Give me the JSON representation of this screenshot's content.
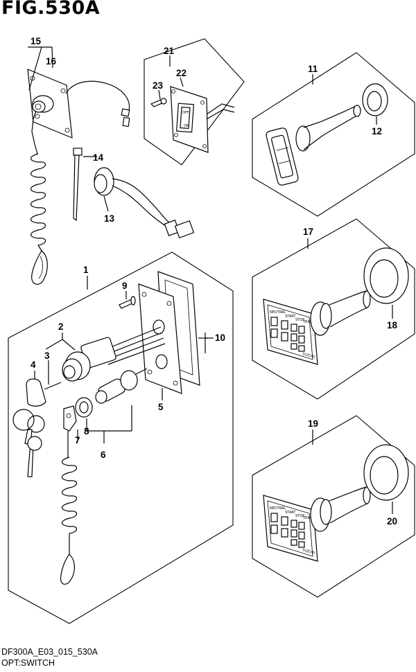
{
  "figure": {
    "title": "FIG.530A"
  },
  "footer": {
    "code": "DF300A_E03_015_530A",
    "name": "OPT:SWITCH"
  },
  "callouts": {
    "c1": "1",
    "c2": "2",
    "c3": "3",
    "c4": "4",
    "c5": "5",
    "c6": "6",
    "c7": "7",
    "c8": "8",
    "c9": "9",
    "c10": "10",
    "c11": "11",
    "c12": "12",
    "c13": "13",
    "c14": "14",
    "c15": "15",
    "c16": "16",
    "c17": "17",
    "c18": "18",
    "c19": "19",
    "c20": "20",
    "c21": "21",
    "c22": "22",
    "c23": "23"
  },
  "switch_22": {
    "off": "OFF",
    "on": "ON"
  },
  "panel_17": {
    "top_labels": [
      "NEUTRAL",
      "START",
      "STOP",
      "TRIM"
    ],
    "brand": "SUZUKI"
  },
  "panel_19": {
    "top_labels": [
      "NEUTRAL",
      "START",
      "STOP",
      "TRIM"
    ],
    "brand": "SUZUKI"
  }
}
